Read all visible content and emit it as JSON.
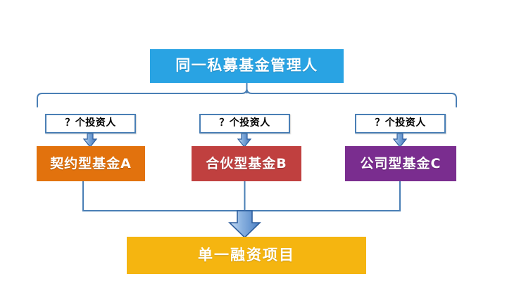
{
  "diagram": {
    "title_box": {
      "label": "同一私募基金管理人",
      "color": "#29a3e3",
      "text_color": "#ffffff"
    },
    "investor_labels": [
      {
        "label": "？个投资人"
      },
      {
        "label": "？个投资人"
      },
      {
        "label": "？个投资人"
      }
    ],
    "funds": [
      {
        "label": "契约型基金A",
        "color": "#e2720d"
      },
      {
        "label": "合伙型基金B",
        "color": "#c0403f"
      },
      {
        "label": "公司型基金C",
        "color": "#7a2d8f"
      }
    ],
    "project_box": {
      "label": "单一融资项目",
      "color": "#f5b510",
      "text_color": "#ffffff"
    },
    "connector_color": "#4a7fb5",
    "arrow_fill": "#6f9fd8",
    "arrow_stroke": "#2e5f9e"
  }
}
